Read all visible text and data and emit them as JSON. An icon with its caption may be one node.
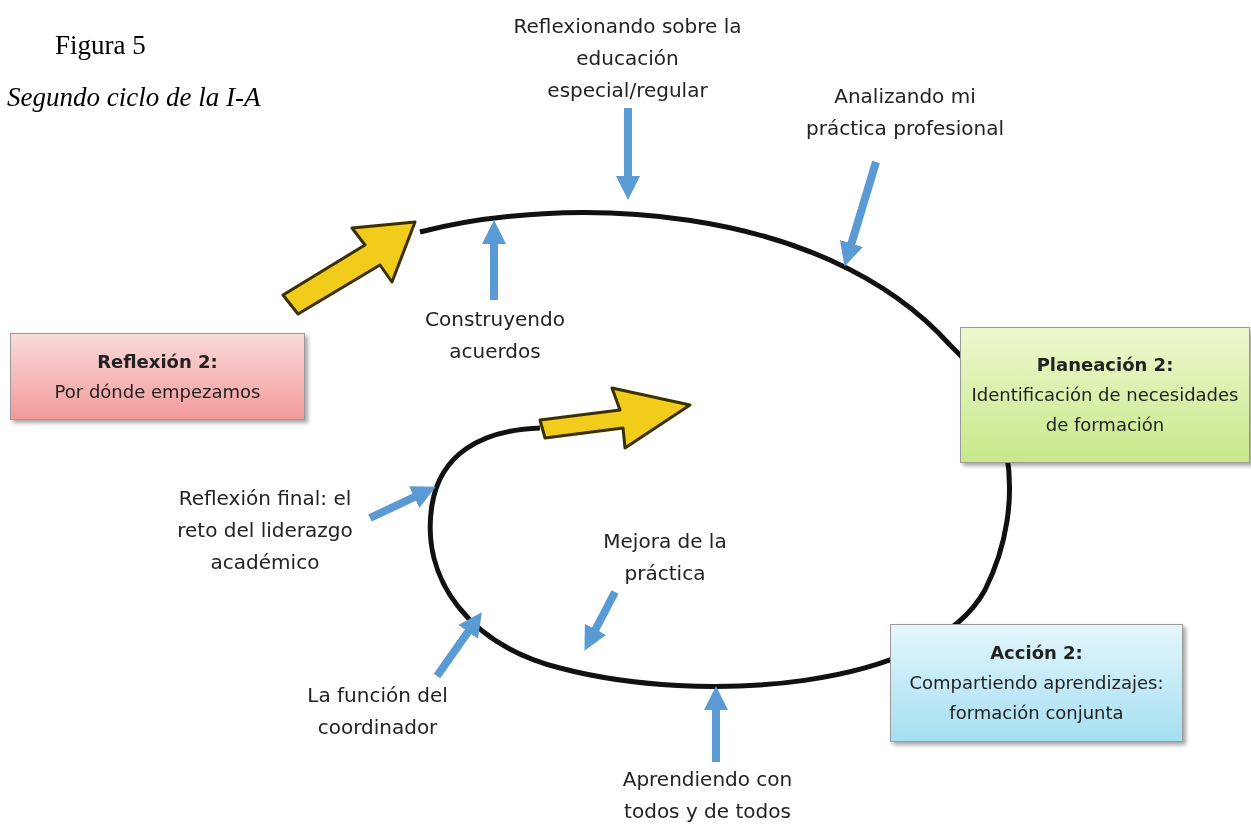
{
  "diagram": {
    "title": "Figura 5",
    "caption": "Segundo ciclo de la I-A",
    "nodes": [
      {
        "text": [
          "Reflexión 2:",
          "Por dónde empezamos"
        ]
      },
      {
        "text": [
          "Planeación 2:",
          "Identificación de necesidades de formación"
        ]
      },
      {
        "text": [
          "Acción 2:",
          "Compartiendo aprendizajes: formación conjunta"
        ]
      },
      {
        "text": [
          "Reflexionando sobre la educación especial/regular"
        ]
      },
      {
        "text": [
          "Analizando mi práctica profesional"
        ]
      },
      {
        "text": [
          "Construyendo acuerdos"
        ]
      },
      {
        "text": [
          "Reflexión final: el reto del liderazgo académico"
        ]
      },
      {
        "text": [
          "Mejora de la práctica"
        ]
      },
      {
        "text": [
          "La función del coordinador"
        ]
      },
      {
        "text": [
          "Aprendiendo con todos y de todos"
        ]
      }
    ],
    "edges": [
      {
        "from": 3,
        "to": null,
        "arrow": "to"
      },
      {
        "from": 4,
        "to": null,
        "arrow": "to"
      },
      {
        "from": 5,
        "to": null,
        "arrow": "to"
      },
      {
        "from": 6,
        "to": null,
        "arrow": "to"
      },
      {
        "from": 7,
        "to": null,
        "arrow": "to"
      },
      {
        "from": 8,
        "to": null,
        "arrow": "to"
      },
      {
        "from": 9,
        "to": null,
        "arrow": "to"
      }
    ]
  }
}
